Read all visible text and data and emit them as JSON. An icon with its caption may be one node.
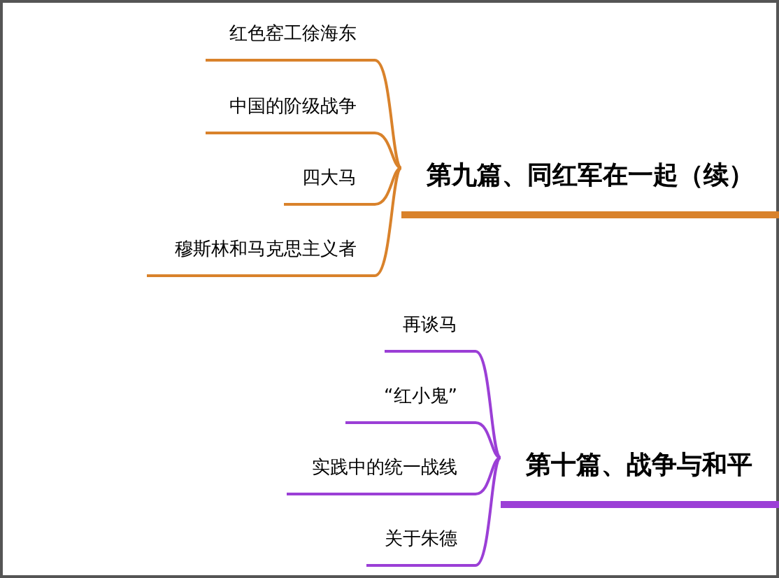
{
  "diagram": {
    "nodes": [
      {
        "text": [
          "第九篇、同红军在一起（续）"
        ]
      },
      {
        "text": [
          "红色窑工徐海东"
        ]
      },
      {
        "text": [
          "中国的阶级战争"
        ]
      },
      {
        "text": [
          "四大马"
        ]
      },
      {
        "text": [
          "穆斯林和马克思主义者"
        ]
      },
      {
        "text": [
          "第十篇、战争与和平"
        ]
      },
      {
        "text": [
          "再谈马"
        ]
      },
      {
        "text": [
          "“红小鬼”"
        ]
      },
      {
        "text": [
          "实践中的统一战线"
        ]
      },
      {
        "text": [
          "关于朱德"
        ]
      }
    ],
    "edges": [
      {
        "from": 0,
        "to": 1,
        "arrow": "none",
        "color": "#d9822b"
      },
      {
        "from": 0,
        "to": 2,
        "arrow": "none",
        "color": "#d9822b"
      },
      {
        "from": 0,
        "to": 3,
        "arrow": "none",
        "color": "#d9822b"
      },
      {
        "from": 0,
        "to": 4,
        "arrow": "none",
        "color": "#d9822b"
      },
      {
        "from": 5,
        "to": 6,
        "arrow": "none",
        "color": "#9b3fd6"
      },
      {
        "from": 5,
        "to": 7,
        "arrow": "none",
        "color": "#9b3fd6"
      },
      {
        "from": 5,
        "to": 8,
        "arrow": "none",
        "color": "#9b3fd6"
      },
      {
        "from": 5,
        "to": 9,
        "arrow": "none",
        "color": "#9b3fd6"
      }
    ]
  }
}
